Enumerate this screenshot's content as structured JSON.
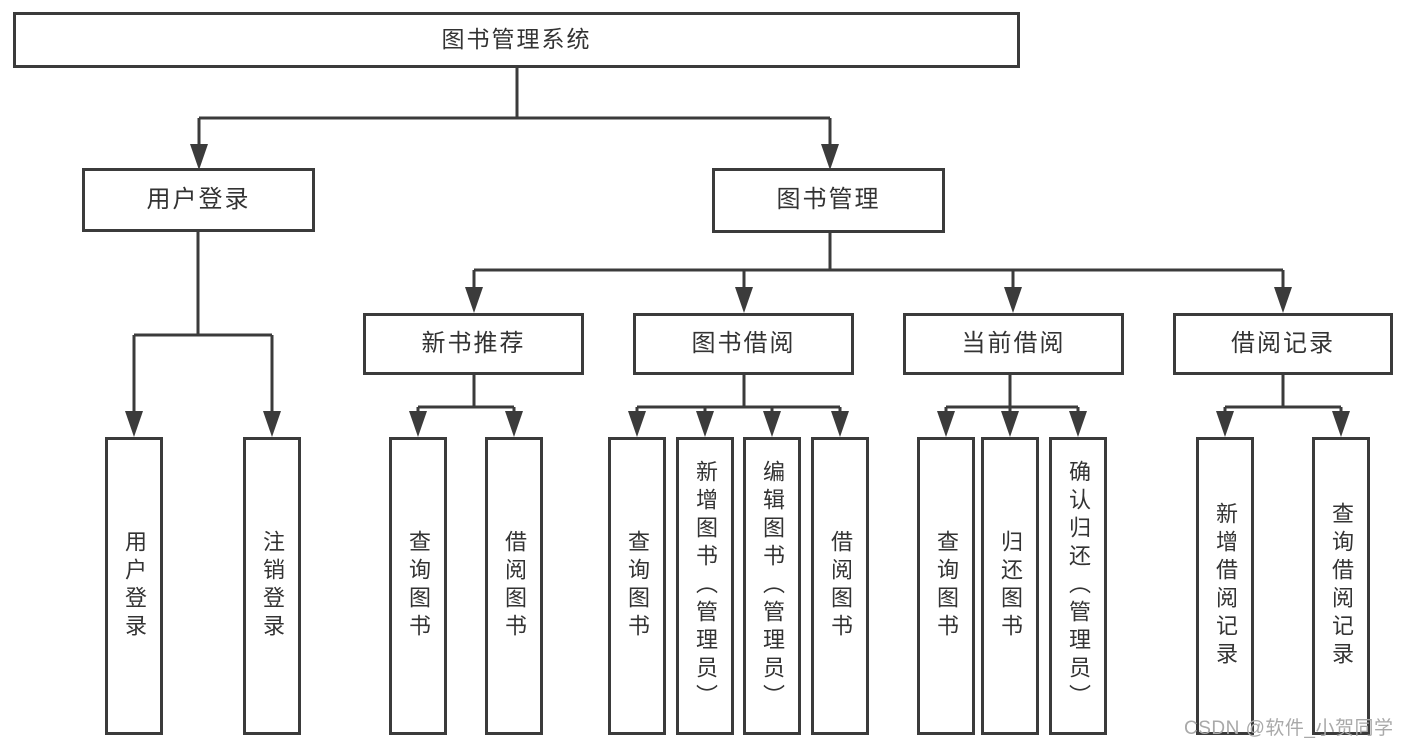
{
  "diagram": {
    "title": "图书管理系统",
    "branches": [
      {
        "label": "用户登录",
        "children": [
          {
            "label": "用户登录"
          },
          {
            "label": "注销登录"
          }
        ]
      },
      {
        "label": "图书管理",
        "children": [
          {
            "label": "新书推荐",
            "children": [
              {
                "label": "查询图书"
              },
              {
                "label": "借阅图书"
              }
            ]
          },
          {
            "label": "图书借阅",
            "children": [
              {
                "label": "查询图书"
              },
              {
                "label": "新增图书（管理员）"
              },
              {
                "label": "编辑图书（管理员）"
              },
              {
                "label": "借阅图书"
              }
            ]
          },
          {
            "label": "当前借阅",
            "children": [
              {
                "label": "查询图书"
              },
              {
                "label": "归还图书"
              },
              {
                "label": "确认归还（管理员）"
              }
            ]
          },
          {
            "label": "借阅记录",
            "children": [
              {
                "label": "新增借阅记录"
              },
              {
                "label": "查询借阅记录"
              }
            ]
          }
        ]
      }
    ]
  },
  "watermark": {
    "text": "CSDN @软件_小贺同学",
    "color": "#a9a9a9"
  },
  "colors": {
    "stroke": "#3b3b3b",
    "text": "#333333",
    "background": "#ffffff"
  }
}
